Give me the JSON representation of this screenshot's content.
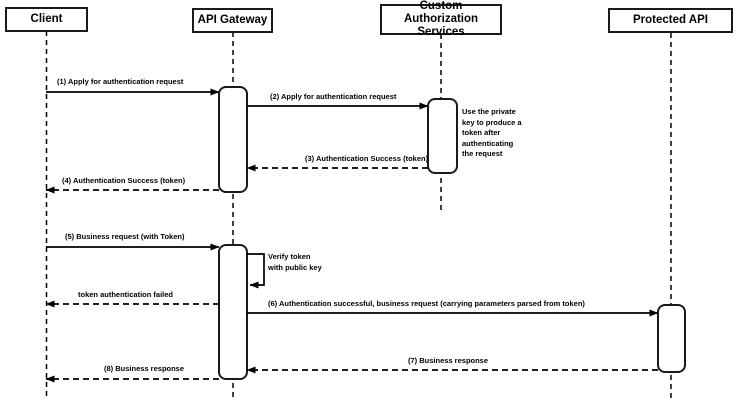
{
  "diagram": {
    "type": "sequence-diagram",
    "colors": {
      "stroke": "#000000",
      "fill": "#ffffff"
    },
    "actors": [
      {
        "id": "client",
        "label": "Client"
      },
      {
        "id": "api-gateway",
        "label": "API Gateway"
      },
      {
        "id": "custom-authorization-services",
        "label": "Custom Authorization Services"
      },
      {
        "id": "protected-api",
        "label": "Protected API"
      }
    ],
    "messages": [
      {
        "seq": 1,
        "from": "client",
        "to": "api-gateway",
        "style": "solid",
        "label": "(1) Apply for authentication request"
      },
      {
        "seq": 2,
        "from": "api-gateway",
        "to": "custom-authorization-services",
        "style": "solid",
        "label": "(2) Apply for authentication request"
      },
      {
        "seq": 3,
        "from": "custom-authorization-services",
        "to": "api-gateway",
        "style": "dashed",
        "label": "(3) Authentication Success (token)"
      },
      {
        "seq": 4,
        "from": "api-gateway",
        "to": "client",
        "style": "dashed",
        "label": "(4) Authentication Success (token)"
      },
      {
        "seq": 5,
        "from": "client",
        "to": "api-gateway",
        "style": "solid",
        "label": "(5) Business request (with Token)"
      },
      {
        "seq": 6,
        "from": "api-gateway",
        "to": "client",
        "style": "dashed",
        "label": "token authentication failed"
      },
      {
        "seq": 7,
        "from": "api-gateway",
        "to": "protected-api",
        "style": "solid",
        "label": "(6) Authentication successful, business request (carrying parameters parsed from token)"
      },
      {
        "seq": 8,
        "from": "protected-api",
        "to": "api-gateway",
        "style": "dashed",
        "label": "(7) Business response"
      },
      {
        "seq": 9,
        "from": "api-gateway",
        "to": "client",
        "style": "dashed",
        "label": "(8) Business response"
      }
    ],
    "self_message": {
      "actor": "api-gateway",
      "label": "Verify token\nwith public key"
    },
    "notes": [
      {
        "actor": "custom-authorization-services",
        "label": "Use the private\nkey to produce a\ntoken after\nauthenticating\nthe request"
      }
    ]
  }
}
